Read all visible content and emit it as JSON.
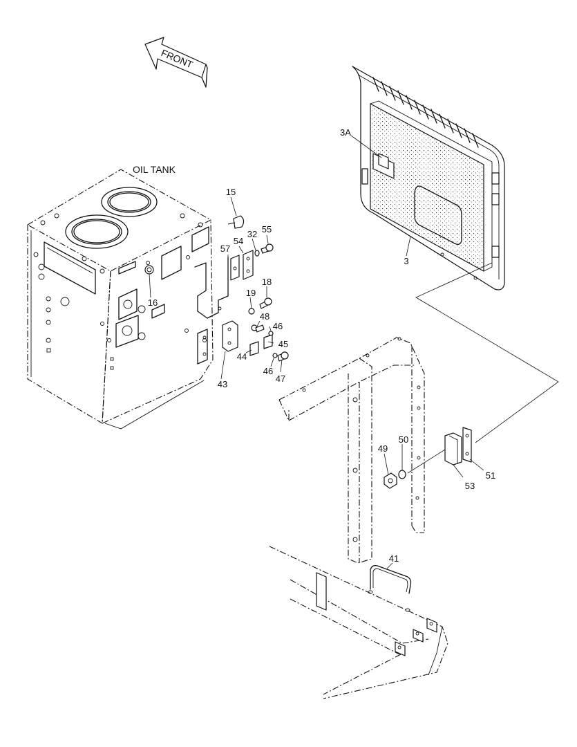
{
  "front_arrow": {
    "text": "FRONT"
  },
  "component_labels": {
    "oil_tank": "OIL TANK"
  },
  "callouts": {
    "c15": "15",
    "c32": "32",
    "c55": "55",
    "c57": "57",
    "c54": "54",
    "c16": "16",
    "c19": "19",
    "c18": "18",
    "c48": "48",
    "c46a": "46",
    "c45": "45",
    "c44": "44",
    "c46b": "46",
    "c47": "47",
    "c43": "43",
    "c3A": "3A",
    "c3": "3",
    "c49": "49",
    "c50": "50",
    "c51": "51",
    "c53": "53",
    "c41": "41"
  }
}
